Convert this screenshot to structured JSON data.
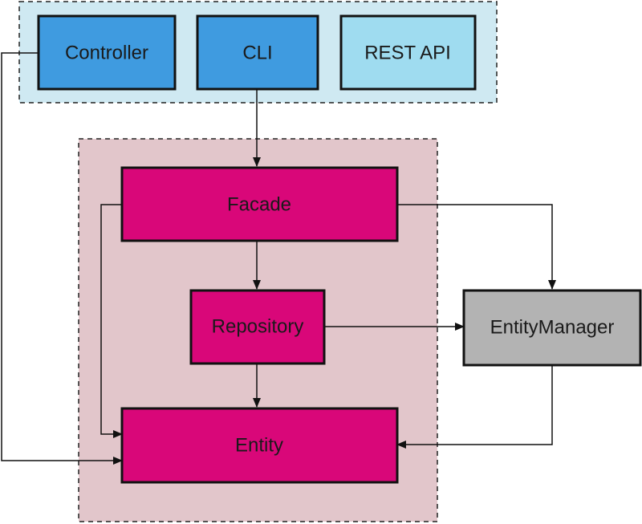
{
  "nodes": {
    "controller": {
      "label": "Controller",
      "color": "#3f9be0"
    },
    "cli": {
      "label": "CLI",
      "color": "#3f9be0"
    },
    "rest_api": {
      "label": "REST API",
      "color": "#9fdcf0"
    },
    "facade": {
      "label": "Facade",
      "color": "#d90779"
    },
    "repository": {
      "label": "Repository",
      "color": "#d90779"
    },
    "entity": {
      "label": "Entity",
      "color": "#d90779"
    },
    "entity_manager": {
      "label": "EntityManager",
      "color": "#b3b3b3"
    }
  },
  "groups": {
    "interfaces": {
      "color": "#cfe9f2"
    },
    "domain": {
      "color": "#e2c6cb"
    }
  },
  "edges": [
    {
      "from": "cli",
      "to": "facade"
    },
    {
      "from": "facade",
      "to": "repository"
    },
    {
      "from": "facade",
      "to": "entity_manager"
    },
    {
      "from": "facade",
      "to": "entity"
    },
    {
      "from": "repository",
      "to": "entity"
    },
    {
      "from": "repository",
      "to": "entity_manager"
    },
    {
      "from": "entity_manager",
      "to": "entity"
    },
    {
      "from": "controller",
      "to": "entity"
    }
  ]
}
